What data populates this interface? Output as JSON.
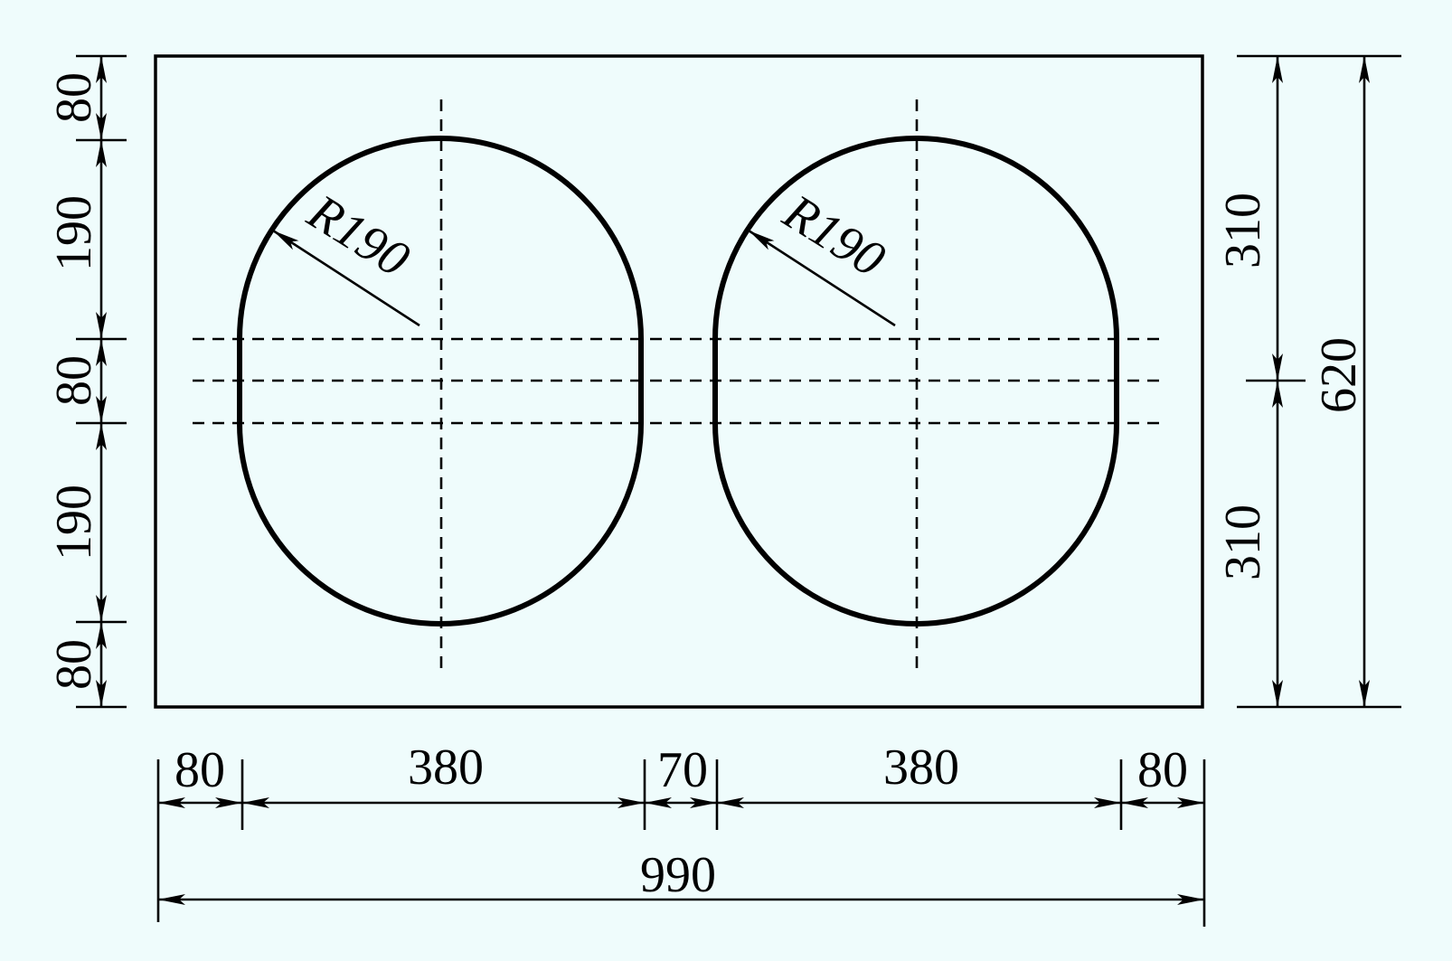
{
  "colors": {
    "background": "#effcfc",
    "ink": "#000000"
  },
  "holes": [
    {
      "radius_label": "R190"
    },
    {
      "radius_label": "R190"
    }
  ],
  "dimensions": {
    "left_stack": [
      "80",
      "190",
      "80",
      "190",
      "80"
    ],
    "right_halves": [
      "310",
      "310"
    ],
    "right_total": "620",
    "bottom_chain": [
      "80",
      "380",
      "70",
      "380",
      "80"
    ],
    "bottom_total": "990"
  }
}
